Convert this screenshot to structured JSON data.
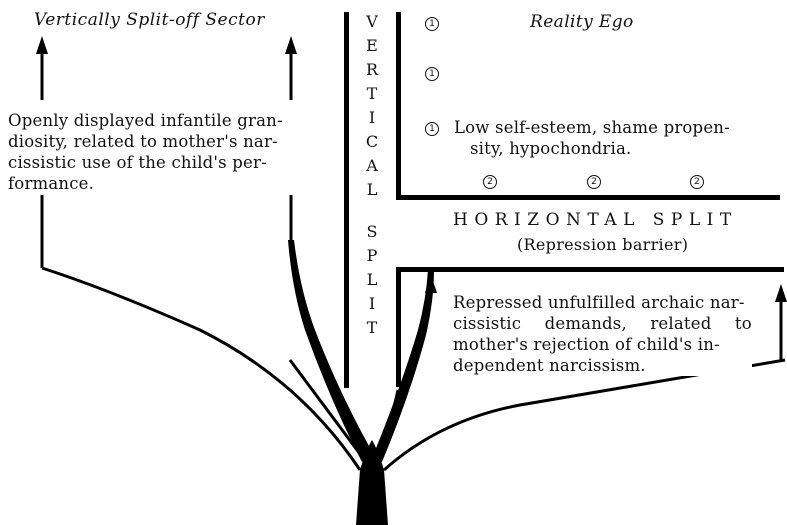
{
  "left_title": "Vertically Split-off Sector",
  "right_title": "Reality Ego",
  "left_text_lines": [
    "Openly displayed infantile gran-",
    "diosity, related to mother's nar-",
    "cissistic use of the child's per-",
    "formance."
  ],
  "vertical_split_letters": [
    "V",
    "E",
    "R",
    "T",
    "I",
    "C",
    "A",
    "L",
    "S",
    "P",
    "L",
    "I",
    "T"
  ],
  "reality_ego_marker": "1",
  "reality_ego_markers": [
    "1",
    "1",
    "1"
  ],
  "reality_ego_text_lines": [
    "Low self-esteem, shame propen-",
    "sity, hypochondria."
  ],
  "horizontal_markers": [
    "2",
    "2",
    "2"
  ],
  "horizontal_split_label": "HORIZONTAL SPLIT",
  "horizontal_split_sublabel": "(Repression barrier)",
  "repressed_text_lines": [
    "Repressed unfulfilled archaic nar-",
    "cissistic demands, related to",
    "mother's rejection of child's in-",
    "dependent narcissism."
  ]
}
